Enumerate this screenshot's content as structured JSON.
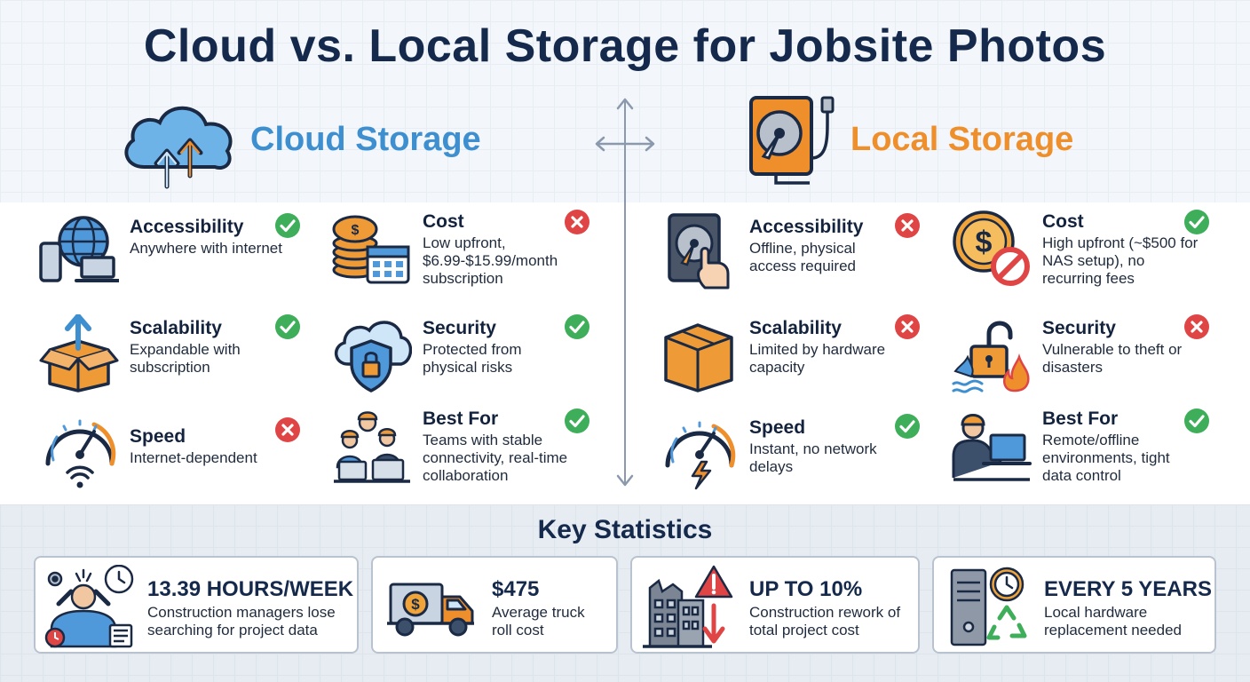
{
  "title": "Cloud vs. Local Storage for Jobsite Photos",
  "colors": {
    "cloud": "#3d8fd0",
    "local": "#ee8f2c",
    "navy": "#14294b",
    "check": "#3fae5a",
    "cross": "#e04545"
  },
  "cloud": {
    "label": "Cloud Storage",
    "features": [
      {
        "title": "Accessibility",
        "desc": "Anywhere with internet",
        "status": "check",
        "icon": "globe-devices-icon"
      },
      {
        "title": "Cost",
        "desc": "Low upfront, $6.99-$15.99/month subscription",
        "status": "cross",
        "icon": "coins-calendar-icon"
      },
      {
        "title": "Scalability",
        "desc": "Expandable with subscription",
        "status": "check",
        "icon": "box-arrow-up-icon"
      },
      {
        "title": "Security",
        "desc": "Protected from physical risks",
        "status": "check",
        "icon": "cloud-shield-icon"
      },
      {
        "title": "Speed",
        "desc": "Internet-dependent",
        "status": "cross",
        "icon": "speedometer-wifi-icon"
      },
      {
        "title": "Best For",
        "desc": "Teams with stable connectivity, real-time collaboration",
        "status": "check",
        "icon": "team-laptops-icon"
      }
    ]
  },
  "local": {
    "label": "Local Storage",
    "features": [
      {
        "title": "Accessibility",
        "desc": "Offline, physical access required",
        "status": "cross",
        "icon": "hard-drive-hand-icon"
      },
      {
        "title": "Cost",
        "desc": "High upfront (~$500 for NAS setup), no recurring fees",
        "status": "check",
        "icon": "coin-no-subscription-icon"
      },
      {
        "title": "Scalability",
        "desc": "Limited by hardware capacity",
        "status": "cross",
        "icon": "box-icon"
      },
      {
        "title": "Security",
        "desc": "Vulnerable to theft or disasters",
        "status": "cross",
        "icon": "open-lock-fire-water-icon"
      },
      {
        "title": "Speed",
        "desc": "Instant, no network delays",
        "status": "check",
        "icon": "speedometer-bolt-icon"
      },
      {
        "title": "Best For",
        "desc": "Remote/offline environments, tight data control",
        "status": "check",
        "icon": "worker-laptop-icon"
      }
    ]
  },
  "stats": {
    "title": "Key Statistics",
    "items": [
      {
        "value": "13.39 HOURS/WEEK",
        "desc": "Construction managers lose searching for project data",
        "icon": "stressed-manager-icon"
      },
      {
        "value": "$475",
        "desc": "Average truck roll cost",
        "icon": "truck-icon"
      },
      {
        "value": "UP TO 10%",
        "desc": "Construction rework of total project cost",
        "icon": "building-warning-icon"
      },
      {
        "value": "EVERY 5 YEARS",
        "desc": "Local hardware replacement needed",
        "icon": "server-clock-recycle-icon"
      }
    ]
  }
}
